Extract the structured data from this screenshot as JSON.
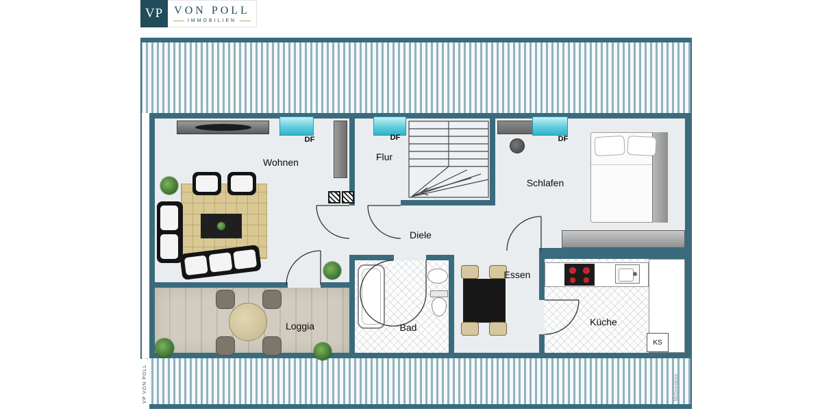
{
  "logo": {
    "monogram": "VP",
    "name": "VON POLL",
    "subtitle": "IMMOBILIEN"
  },
  "rooms": {
    "wohnen": {
      "label": "Wohnen"
    },
    "flur": {
      "label": "Flur"
    },
    "schlafen": {
      "label": "Schlafen"
    },
    "diele": {
      "label": "Diele"
    },
    "essen": {
      "label": "Essen"
    },
    "bad": {
      "label": "Bad"
    },
    "kueche": {
      "label": "Küche"
    },
    "loggia": {
      "label": "Loggia"
    }
  },
  "skylights": [
    {
      "label": "DF"
    },
    {
      "label": "DF"
    },
    {
      "label": "DF"
    }
  ],
  "kitchen": {
    "fridge_label": "KS"
  },
  "watermarks": {
    "left_logo": "VP VON POLL",
    "credit": "McGrundriss"
  },
  "colors": {
    "wall": "#3a6b7d",
    "roof_stripe": "#8fb3bd",
    "window_cyan": "#4cc6d8",
    "floor": "#e9edf0",
    "rug": "#d9c794",
    "burner_red": "#c1272d",
    "plant_green": "#3f7a33"
  }
}
